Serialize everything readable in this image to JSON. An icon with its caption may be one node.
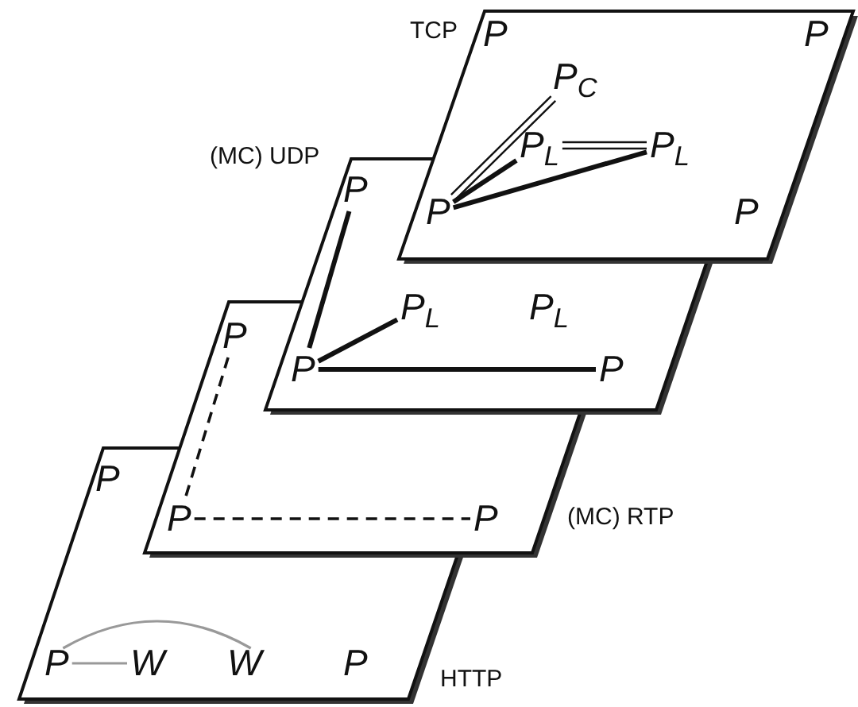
{
  "diagram": {
    "nodes": [
      {
        "text": [
          "TCP"
        ]
      },
      {
        "text": [
          "P"
        ],
        "in": 0
      },
      {
        "text": [
          "P"
        ],
        "in": 0
      },
      {
        "text": [
          "P$_{C}$"
        ],
        "in": 0
      },
      {
        "text": [
          "P$_{L}$"
        ],
        "in": 0
      },
      {
        "text": [
          "P$_{L}$"
        ],
        "in": 0
      },
      {
        "text": [
          "P"
        ]
      },
      {
        "text": [
          "P"
        ],
        "in": 0
      },
      {
        "text": [
          "(MC) UDP"
        ]
      },
      {
        "text": [
          "P"
        ],
        "in": 8
      },
      {
        "text": [
          "P$_{L}$"
        ],
        "in": 8
      },
      {
        "text": [
          "P$_{L}$"
        ],
        "in": 8
      },
      {
        "text": [
          "P"
        ]
      },
      {
        "text": [
          "P"
        ],
        "in": 8
      },
      {
        "text": [
          "(MC) RTP"
        ]
      },
      {
        "text": [
          "P"
        ],
        "in": 14
      },
      {
        "text": [
          "P"
        ]
      },
      {
        "text": [
          "P"
        ],
        "in": 14
      },
      {
        "text": [
          "HTTP"
        ]
      },
      {
        "text": [
          "P"
        ],
        "in": 18
      },
      {
        "text": [
          "P"
        ],
        "in": 18
      },
      {
        "text": [
          "W"
        ],
        "in": 18
      },
      {
        "text": [
          "W"
        ],
        "in": 18
      },
      {
        "text": [
          "P"
        ],
        "in": 18
      }
    ],
    "edges": [
      {
        "from": 6,
        "to": 3,
        "arrow": "none"
      },
      {
        "from": 6,
        "to": 4,
        "arrow": "none"
      },
      {
        "from": 4,
        "to": 5,
        "arrow": "none"
      },
      {
        "from": 6,
        "to": 5,
        "arrow": "none"
      },
      {
        "from": 12,
        "to": 9,
        "arrow": "none"
      },
      {
        "from": 12,
        "to": 10,
        "arrow": "none"
      },
      {
        "from": 12,
        "to": 13,
        "arrow": "none"
      },
      {
        "from": 15,
        "to": 16,
        "arrow": "none",
        "style": "dashed"
      },
      {
        "from": 16,
        "to": 17,
        "arrow": "none",
        "style": "dashed"
      },
      {
        "from": 20,
        "to": 21,
        "arrow": "none",
        "color": "#999999"
      },
      {
        "from": 20,
        "to": 22,
        "arrow": "none",
        "color": "#999999"
      }
    ]
  }
}
